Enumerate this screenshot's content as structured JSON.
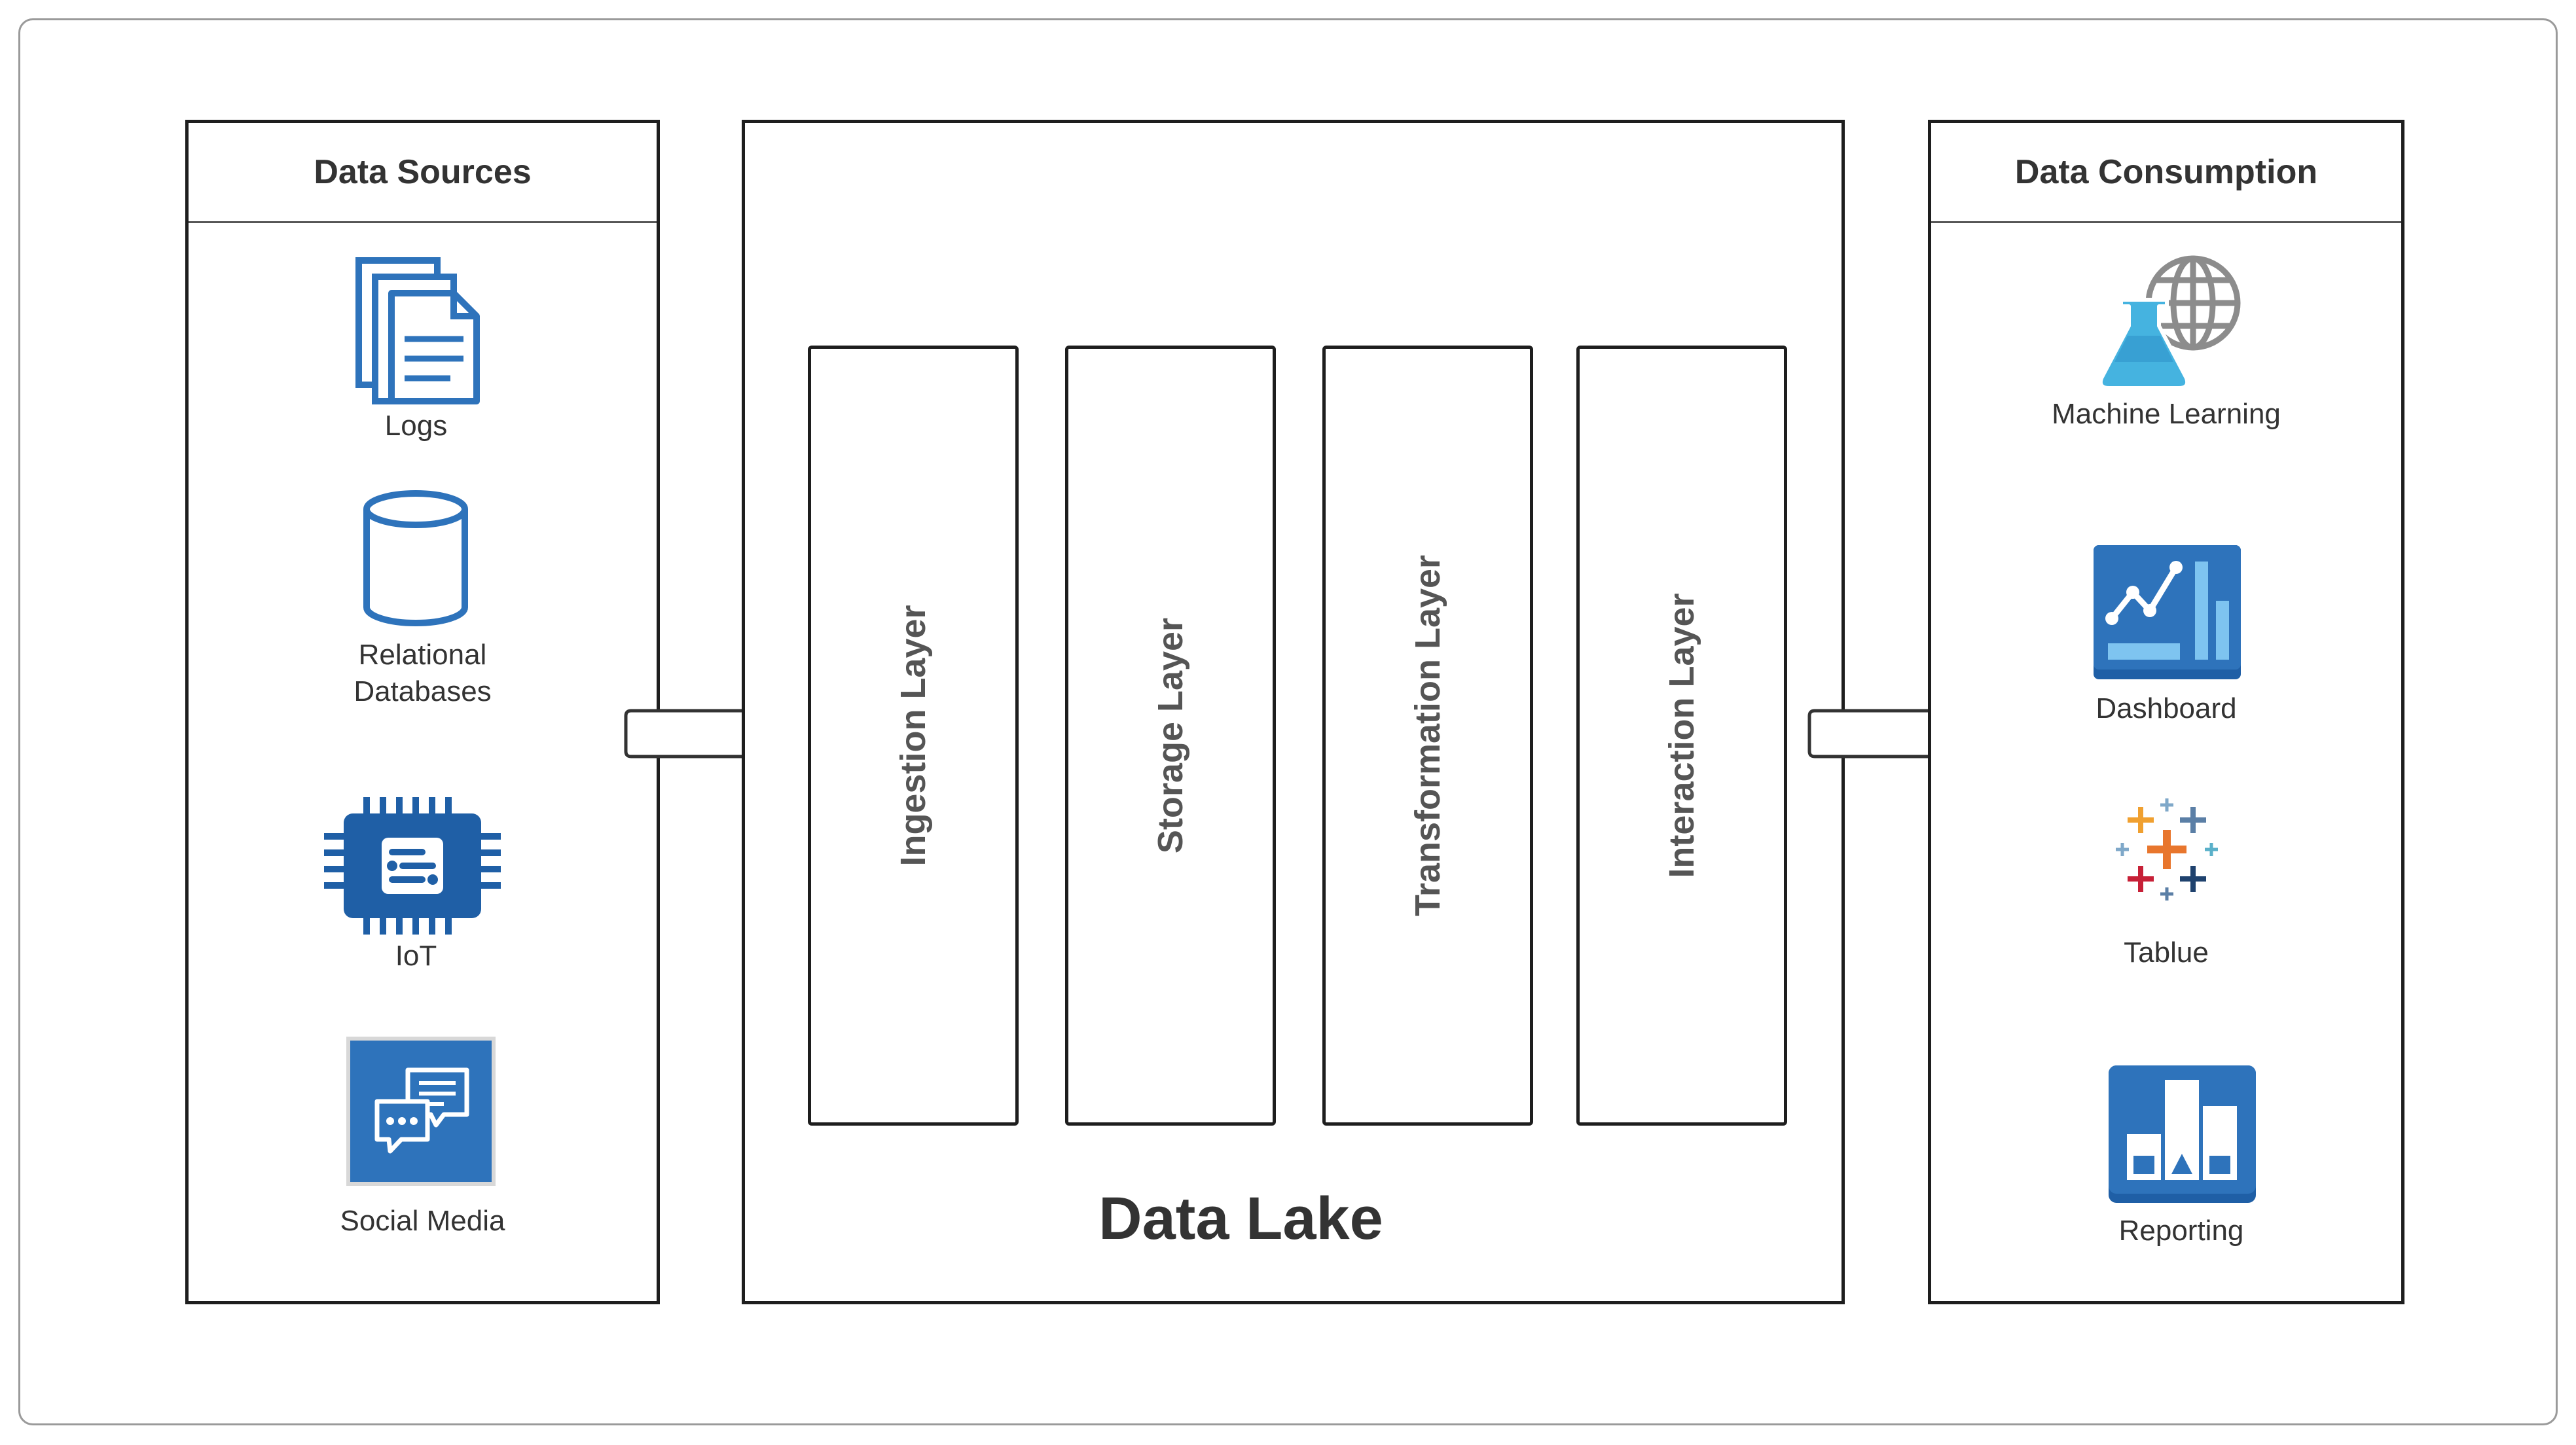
{
  "sources": {
    "title": "Data Sources",
    "items": [
      {
        "label": "Logs",
        "icon": "logs-document-stack-icon"
      },
      {
        "label": "Relational\nDatabases",
        "icon": "database-cylinder-icon"
      },
      {
        "label": "IoT",
        "icon": "iot-chip-icon"
      },
      {
        "label": "Social Media",
        "icon": "social-media-chat-icon"
      }
    ]
  },
  "lake": {
    "title": "Data Lake",
    "layers": [
      "Ingestion Layer",
      "Storage Layer",
      "Transformation Layer",
      "Interaction Layer"
    ]
  },
  "consumption": {
    "title": "Data Consumption",
    "items": [
      {
        "label": "Machine Learning",
        "icon": "machine-learning-flask-globe-icon"
      },
      {
        "label": "Dashboard",
        "icon": "dashboard-chart-icon"
      },
      {
        "label": "Tablue",
        "icon": "tableau-plus-logo-icon"
      },
      {
        "label": "Reporting",
        "icon": "reporting-bar-chart-icon"
      }
    ]
  },
  "colors": {
    "icon_blue": "#2e73bb",
    "icon_dark_blue": "#1f5fa6",
    "ml_cyan": "#45b3e0",
    "globe_gray": "#8c8c8c",
    "border": "#1e1e1e"
  }
}
